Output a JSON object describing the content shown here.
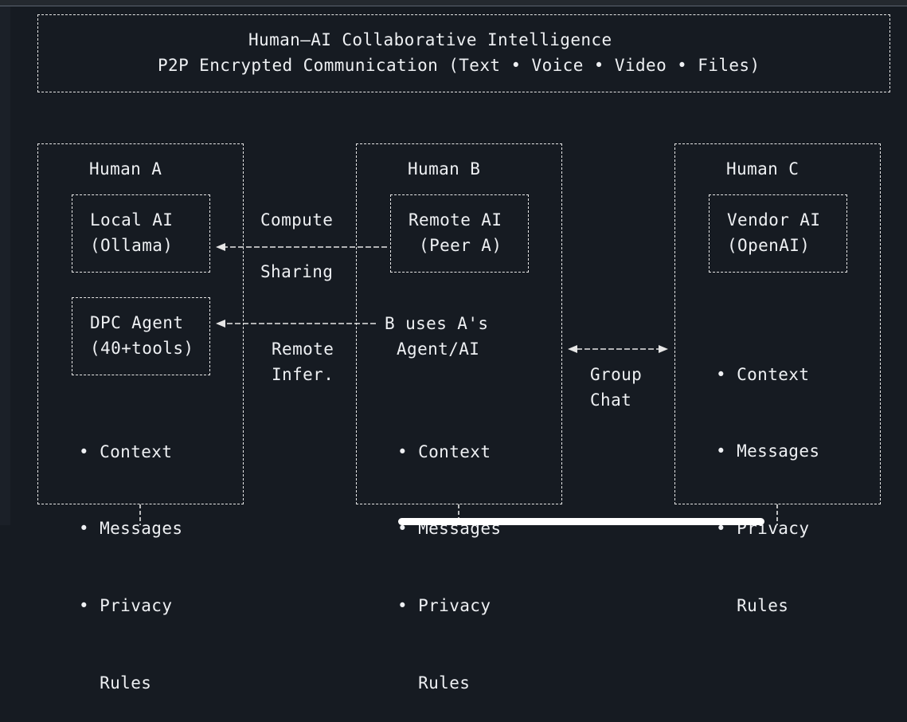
{
  "header": {
    "title": "Human–AI Collaborative Intelligence",
    "subtitle": "P2P Encrypted Communication (Text • Voice • Video • Files)"
  },
  "humans": [
    {
      "name": "Human A",
      "boxes": [
        {
          "line1": "Local AI",
          "line2": "(Ollama)"
        },
        {
          "line1": "DPC Agent",
          "line2": "(40+tools)"
        }
      ],
      "bullets": [
        "• Context",
        "• Messages",
        "• Privacy",
        "  Rules"
      ]
    },
    {
      "name": "Human B",
      "boxes": [
        {
          "line1": "Remote AI",
          "line2": " (Peer A)"
        }
      ],
      "note_line1": "B uses A's",
      "note_line2": "Agent/AI",
      "bullets": [
        "• Context",
        "• Messages",
        "• Privacy",
        "  Rules"
      ]
    },
    {
      "name": "Human C",
      "boxes": [
        {
          "line1": "Vendor AI",
          "line2": "(OpenAI)"
        }
      ],
      "bullets": [
        "• Context",
        "• Messages",
        "• Privacy",
        "  Rules"
      ]
    }
  ],
  "connectors": {
    "compute_line1": "Compute",
    "compute_line2": "Sharing",
    "remote_line1": "Remote",
    "remote_line2": "Infer.",
    "group_line1": "Group",
    "group_line2": "Chat"
  }
}
